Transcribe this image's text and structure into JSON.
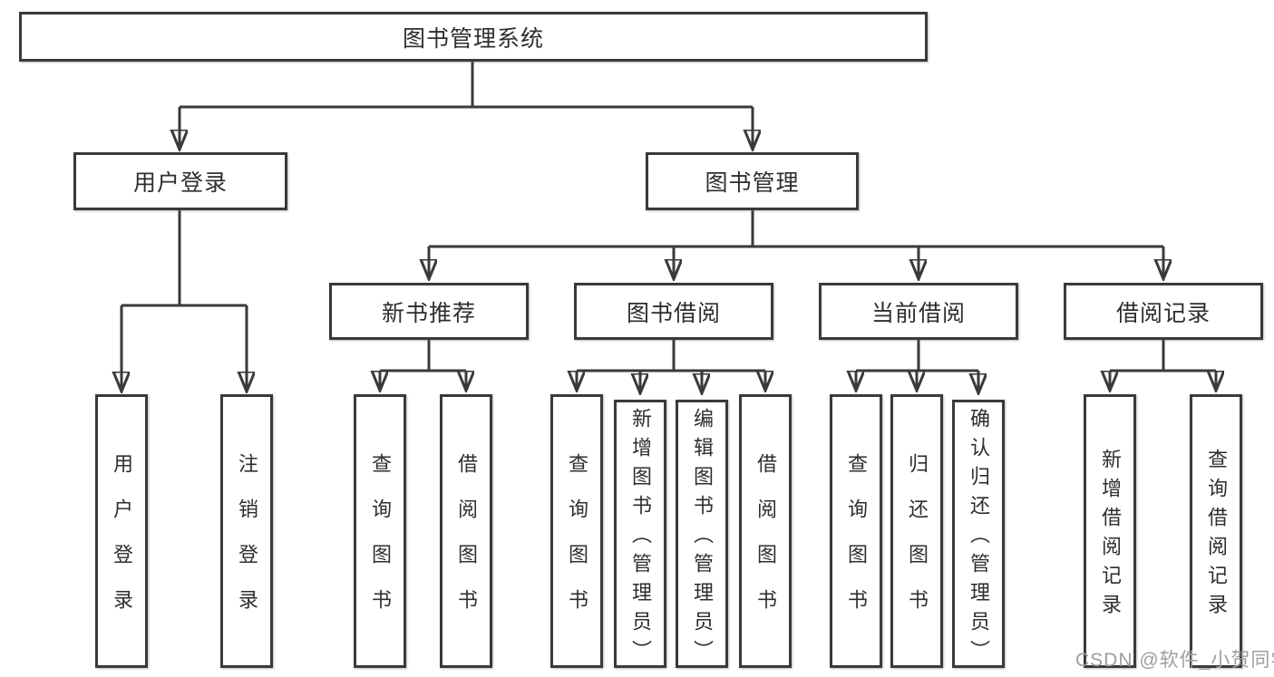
{
  "diagram": {
    "root": "图书管理系统",
    "level2": {
      "user_login": "用户登录",
      "book_management": "图书管理"
    },
    "user_login_children": {
      "login": "用户登录",
      "logout": "注销登录"
    },
    "book_management_children": {
      "new_book_recommend": "新书推荐",
      "book_borrow": "图书借阅",
      "current_borrow": "当前借阅",
      "borrow_records": "借阅记录"
    },
    "new_book_recommend_children": {
      "query_books": "查询图书",
      "borrow_books": "借阅图书"
    },
    "book_borrow_children": {
      "query_books": "查询图书",
      "add_books_admin": "新增图书（管理员）",
      "edit_books_admin": "编辑图书（管理员）",
      "borrow_books": "借阅图书"
    },
    "current_borrow_children": {
      "query_books": "查询图书",
      "return_books": "归还图书",
      "confirm_return_admin": "确认归还（管理员）"
    },
    "borrow_records_children": {
      "add_borrow_record": "新增借阅记录",
      "query_borrow_record": "查询借阅记录"
    }
  },
  "watermark": "CSDN @软件_小贺同学",
  "colors": {
    "line": "#3a3a3a",
    "box_border": "#3a3a3a",
    "text": "#2e2e2e",
    "watermark": "#9e9e9e",
    "background": "#ffffff"
  }
}
